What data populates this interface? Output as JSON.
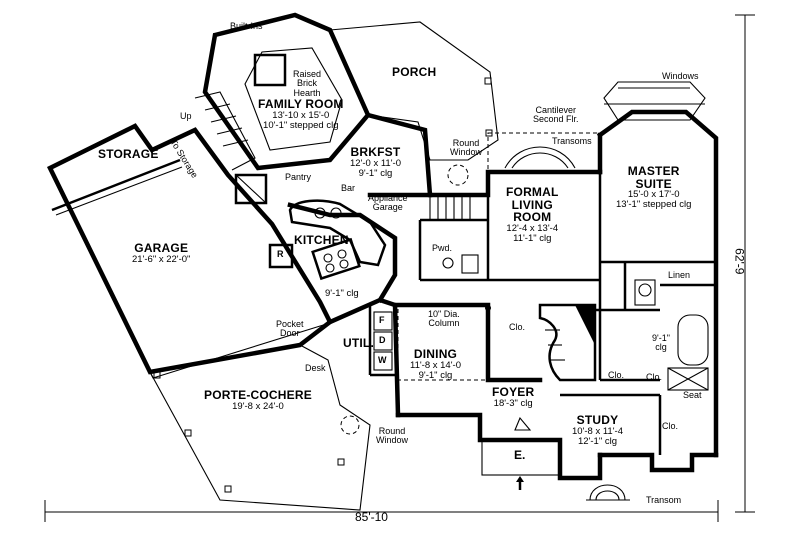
{
  "overall": {
    "width_label": "85'-10",
    "depth_label": "62'-9"
  },
  "rooms": {
    "porch": {
      "name": "PORCH"
    },
    "family_room": {
      "name": "FAMILY ROOM",
      "dims": "13'-10 x 15'-0",
      "ceiling": "10'-1\" stepped clg"
    },
    "storage": {
      "name": "STORAGE"
    },
    "brkfst": {
      "name": "BRKFST",
      "dims": "12'-0 x 11'-0",
      "ceiling": "9'-1\" clg"
    },
    "kitchen": {
      "name": "KITCHEN",
      "ceiling": "9'-1\" clg"
    },
    "garage": {
      "name": "GARAGE",
      "dims": "21'-6\" x 22'-0\""
    },
    "formal_living": {
      "name_line1": "FORMAL",
      "name_line2": "LIVING",
      "name_line3": "ROOM",
      "dims": "12'-4 x 13'-4",
      "ceiling": "11'-1\" clg"
    },
    "master_suite": {
      "name_line1": "MASTER",
      "name_line2": "SUITE",
      "dims": "15'-0 x 17'-0",
      "ceiling": "13'-1\" stepped clg"
    },
    "dining": {
      "name": "DINING",
      "dims": "11'-8 x 14'-0",
      "ceiling": "9'-1\" clg"
    },
    "foyer": {
      "name": "FOYER",
      "ceiling": "18'-3\" clg"
    },
    "study": {
      "name": "STUDY",
      "dims": "10'-8 x 11'-4",
      "ceiling": "12'-1\" clg"
    },
    "porte_cochere": {
      "name": "PORTE-COCHERE",
      "dims": "19'-8 x 24'-0"
    },
    "util": {
      "name": "UTIL."
    }
  },
  "notes": {
    "built_ins": "Built-Ins",
    "raised_hearth_1": "Raised",
    "raised_hearth_2": "Brick",
    "raised_hearth_3": "Hearth",
    "up": "Up",
    "to_storage": "To Storage",
    "pantry": "Pantry",
    "bar": "Bar",
    "appliance_1": "Appliance",
    "appliance_2": "Garage",
    "round_window_1": "Round",
    "round_window_2": "Window",
    "cantilever_1": "Cantilever",
    "cantilever_2": "Second Flr.",
    "transoms": "Transoms",
    "windows": "Windows",
    "pwd": "Pwd.",
    "linen": "Linen",
    "ref": "R",
    "pocket_door_1": "Pocket",
    "pocket_door_2": "Door",
    "desk": "Desk",
    "column_1": "10\" Dia.",
    "column_2": "Column",
    "f": "F",
    "d": "D",
    "w": "W",
    "clo_foyer": "Clo.",
    "clo_master": "Clo.",
    "clo_bath": "Clo.",
    "clo_study": "Clo.",
    "bath_clg_1": "9'-1\"",
    "bath_clg_2": "clg",
    "seat": "Seat",
    "entry": "E.",
    "transom": "Transom",
    "round_window_b1": "Round",
    "round_window_b2": "Window"
  }
}
